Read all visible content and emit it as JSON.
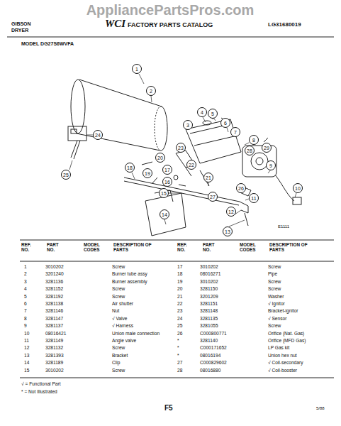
{
  "diagram": {
    "nodes": [
      {
        "text": [
          "1"
        ]
      },
      {
        "text": [
          "2"
        ]
      },
      {
        "text": [
          "3"
        ]
      },
      {
        "text": [
          "4"
        ]
      },
      {
        "text": [
          "5"
        ]
      },
      {
        "text": [
          "6"
        ]
      },
      {
        "text": [
          "7"
        ]
      },
      {
        "text": [
          "8"
        ]
      },
      {
        "text": [
          "9"
        ]
      },
      {
        "text": [
          "10"
        ]
      },
      {
        "text": [
          "11"
        ]
      },
      {
        "text": [
          "12"
        ]
      },
      {
        "text": [
          "13"
        ]
      },
      {
        "text": [
          "14"
        ]
      },
      {
        "text": [
          "15"
        ]
      },
      {
        "text": [
          "16"
        ]
      },
      {
        "text": [
          "17"
        ]
      },
      {
        "text": [
          "18"
        ]
      },
      {
        "text": [
          "19"
        ]
      },
      {
        "text": [
          "20"
        ]
      },
      {
        "text": [
          "21"
        ]
      },
      {
        "text": [
          "22"
        ]
      },
      {
        "text": [
          "23"
        ]
      },
      {
        "text": [
          "24"
        ]
      },
      {
        "text": [
          "25"
        ]
      },
      {
        "text": [
          "26"
        ]
      },
      {
        "text": [
          "27"
        ]
      },
      {
        "text": [
          "28"
        ]
      },
      {
        "text": [
          "29"
        ]
      }
    ],
    "labels": [
      "AppliancePartsPros.com",
      "GIBSON",
      "DRYER",
      "WCI",
      "FACTORY PARTS CATALOG",
      "LG31680019",
      "MODEL DG27S6WVFA",
      "E1111",
      "REF. NO.",
      "PART NO.",
      "MODEL CODES",
      "DESCRIPTION OF PARTS",
      "REF. NO.",
      "PART NO.",
      "MODEL CODES",
      "DESCRIPTION OF PARTS",
      "1",
      "3010202",
      "Screw",
      "2",
      "3201240",
      "Burner tube assy",
      "3",
      "3281136",
      "Burner assembly",
      "4",
      "3281152",
      "Screw",
      "5",
      "3281192",
      "Screw",
      "6",
      "3281138",
      "Air shutter",
      "7",
      "3281146",
      "Nut",
      "8",
      "3281147",
      "√ Valve",
      "9",
      "3281137",
      "√ Harness",
      "10",
      "08016421",
      "Union male connection",
      "11",
      "3281149",
      "Angle valve",
      "12",
      "3281132",
      "Screw",
      "13",
      "3281393",
      "Bracket",
      "14",
      "3281189",
      "Clip",
      "15",
      "3010202",
      "Screw",
      "17",
      "3010202",
      "Screw",
      "18",
      "08016271",
      "Pipe",
      "19",
      "3010202",
      "Screw",
      "20",
      "3281150",
      "Screw",
      "21",
      "3201209",
      "Washer",
      "22",
      "3281151",
      "√ Ignitor",
      "23",
      "3281148",
      "Bracket-ignitor",
      "24",
      "3281135",
      "√ Sensor",
      "25",
      "3281055",
      "Screw",
      "26",
      "C000800771",
      "Orifice (Nat. Gas)",
      "*",
      "3281140",
      "Orifice (MFD Gas)",
      "*",
      "C000171652",
      "LP Gas kit",
      "*",
      "08016194",
      "Union hex nut",
      "27",
      "C000829602",
      "√ Coil-secondary",
      "28",
      "08016880",
      "√ Coil-booster",
      "√ = Functional Part",
      "* = Not Illustrated",
      "F5",
      "5/88"
    ]
  }
}
